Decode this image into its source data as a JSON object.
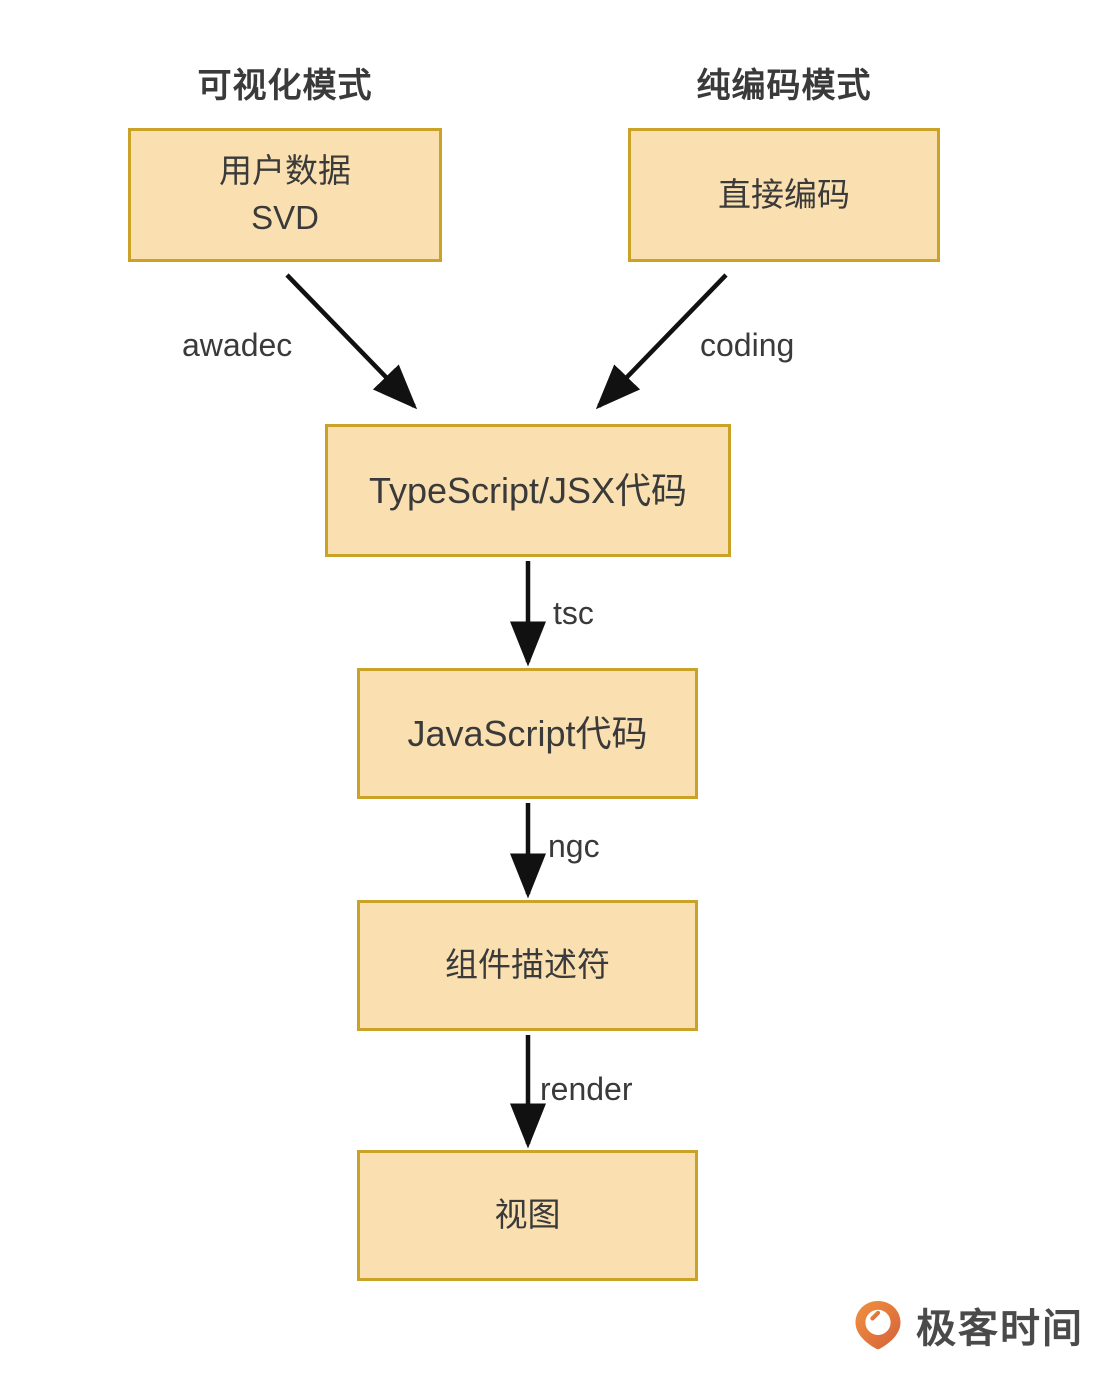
{
  "diagram": {
    "background_color": "#ffffff",
    "node_fill_color": "#fae0b0",
    "node_border_color": "#c9a227",
    "text_color": "#3a3a3a",
    "arrow_color": "#111111",
    "columns": [
      {
        "id": "visual",
        "title": "可视化模式"
      },
      {
        "id": "coding",
        "title": "纯编码模式"
      }
    ],
    "nodes": [
      {
        "id": "userdata",
        "label": "用户数据\nSVD"
      },
      {
        "id": "directcode",
        "label": "直接编码"
      },
      {
        "id": "tsjsx",
        "label": "TypeScript/JSX代码"
      },
      {
        "id": "js",
        "label": "JavaScript代码"
      },
      {
        "id": "descriptor",
        "label": "组件描述符"
      },
      {
        "id": "view",
        "label": "视图"
      }
    ],
    "edges": [
      {
        "id": "e1",
        "from": "userdata",
        "to": "tsjsx",
        "label": "awadec"
      },
      {
        "id": "e2",
        "from": "directcode",
        "to": "tsjsx",
        "label": "coding"
      },
      {
        "id": "e3",
        "from": "tsjsx",
        "to": "js",
        "label": "tsc"
      },
      {
        "id": "e4",
        "from": "js",
        "to": "descriptor",
        "label": "ngc"
      },
      {
        "id": "e5",
        "from": "descriptor",
        "to": "view",
        "label": "render"
      }
    ]
  },
  "brand": {
    "name": "极客时间",
    "logo_icon": "geektime-pin-icon",
    "logo_color_start": "#f08a3c",
    "logo_color_end": "#d9633a"
  }
}
